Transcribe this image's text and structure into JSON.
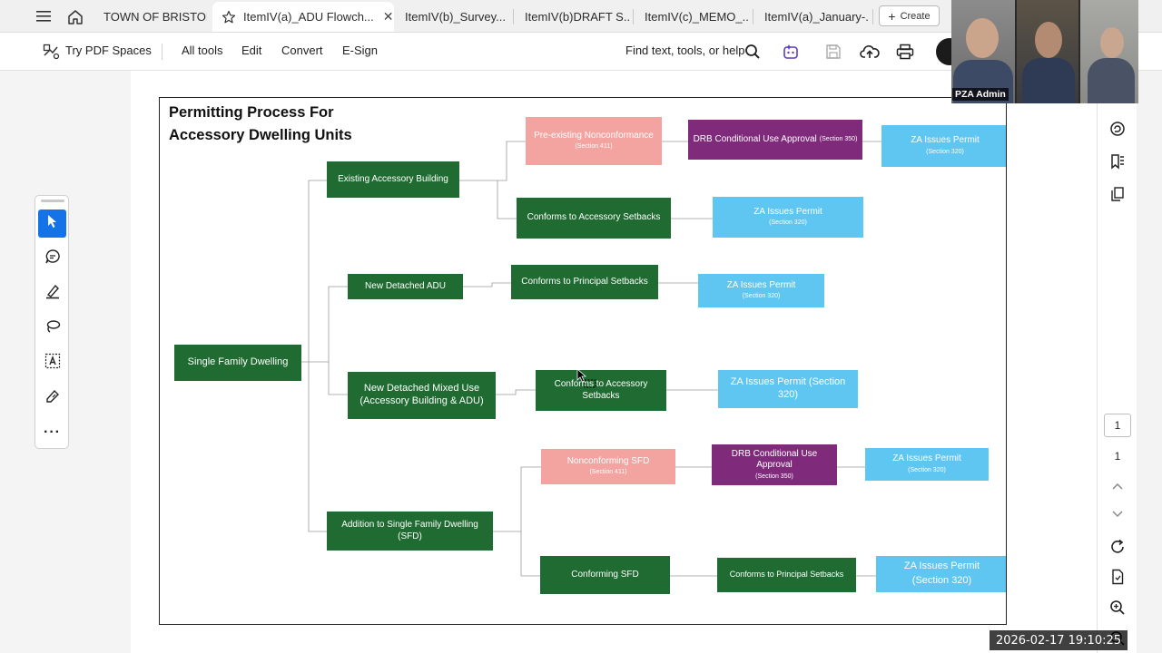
{
  "tabs": {
    "items": [
      {
        "label": "TOWN OF BRISTOL"
      },
      {
        "label": "ItemIV(a)_ADU Flowch..."
      },
      {
        "label": "ItemIV(b)_Survey..."
      },
      {
        "label": "ItemIV(b)DRAFT S..."
      },
      {
        "label": "ItemIV(c)_MEMO_..."
      },
      {
        "label": "ItemIV(a)_January-..."
      }
    ],
    "create_label": "Create"
  },
  "toolbar": {
    "try_spaces": "Try PDF Spaces",
    "all_tools": "All tools",
    "edit": "Edit",
    "convert": "Convert",
    "esign": "E-Sign",
    "find": "Find text, tools, or help"
  },
  "flowchart": {
    "title_line1": "Permitting Process For",
    "title_line2": "Accessory Dwelling Units",
    "single_family": "Single Family Dwelling",
    "existing_accessory": "Existing Accessory Building",
    "preexisting_nonconf": "Pre-existing Nonconformance",
    "preexisting_nonconf_sub": "(Section 411)",
    "drb_approval_1": "DRB Conditional Use Approval",
    "drb_approval_1_sub": "(Section 350)",
    "za_permit_1": "ZA Issues Permit",
    "za_permit_1_sub": "(Section 320)",
    "conforms_accessory_1": "Conforms to Accessory Setbacks",
    "za_permit_2": "ZA Issues Permit",
    "za_permit_2_sub": "(Section 320)",
    "new_detached_adu": "New Detached ADU",
    "conforms_principal_1": "Conforms to Principal Setbacks",
    "za_permit_3": "ZA Issues Permit",
    "za_permit_3_sub": "(Section 320)",
    "new_detached_mixed": "New Detached Mixed Use (Accessory Building & ADU)",
    "conforms_accessory_2": "Conforms to Accessory Setbacks",
    "za_permit_4": "ZA Issues Permit (Section 320)",
    "addition_sfd": "Addition to Single Family Dwelling (SFD)",
    "nonconforming_sfd": "Nonconforming SFD",
    "nonconforming_sfd_sub": "(Section 411)",
    "drb_approval_2": "DRB Conditional Use Approval",
    "drb_approval_2_sub": "(Section 350)",
    "za_permit_5": "ZA Issues Permit",
    "za_permit_5_sub": "(Section 320)",
    "conforming_sfd": "Conforming SFD",
    "conforms_principal_2": "Conforms to Principal Setbacks",
    "za_permit_6": "ZA Issues Permit",
    "za_permit_6_sub": "(Section 320)"
  },
  "navigation": {
    "current_page": "1",
    "total_pages": "1"
  },
  "video": {
    "participant_label": "PZA Admin"
  },
  "timestamp": "2026-02-17  19:10:25",
  "colors": {
    "green": "#1f6b31",
    "pink": "#f3a4a1",
    "purple": "#7f2a7b",
    "blue": "#5fc6f2",
    "accent": "#1473e6"
  }
}
